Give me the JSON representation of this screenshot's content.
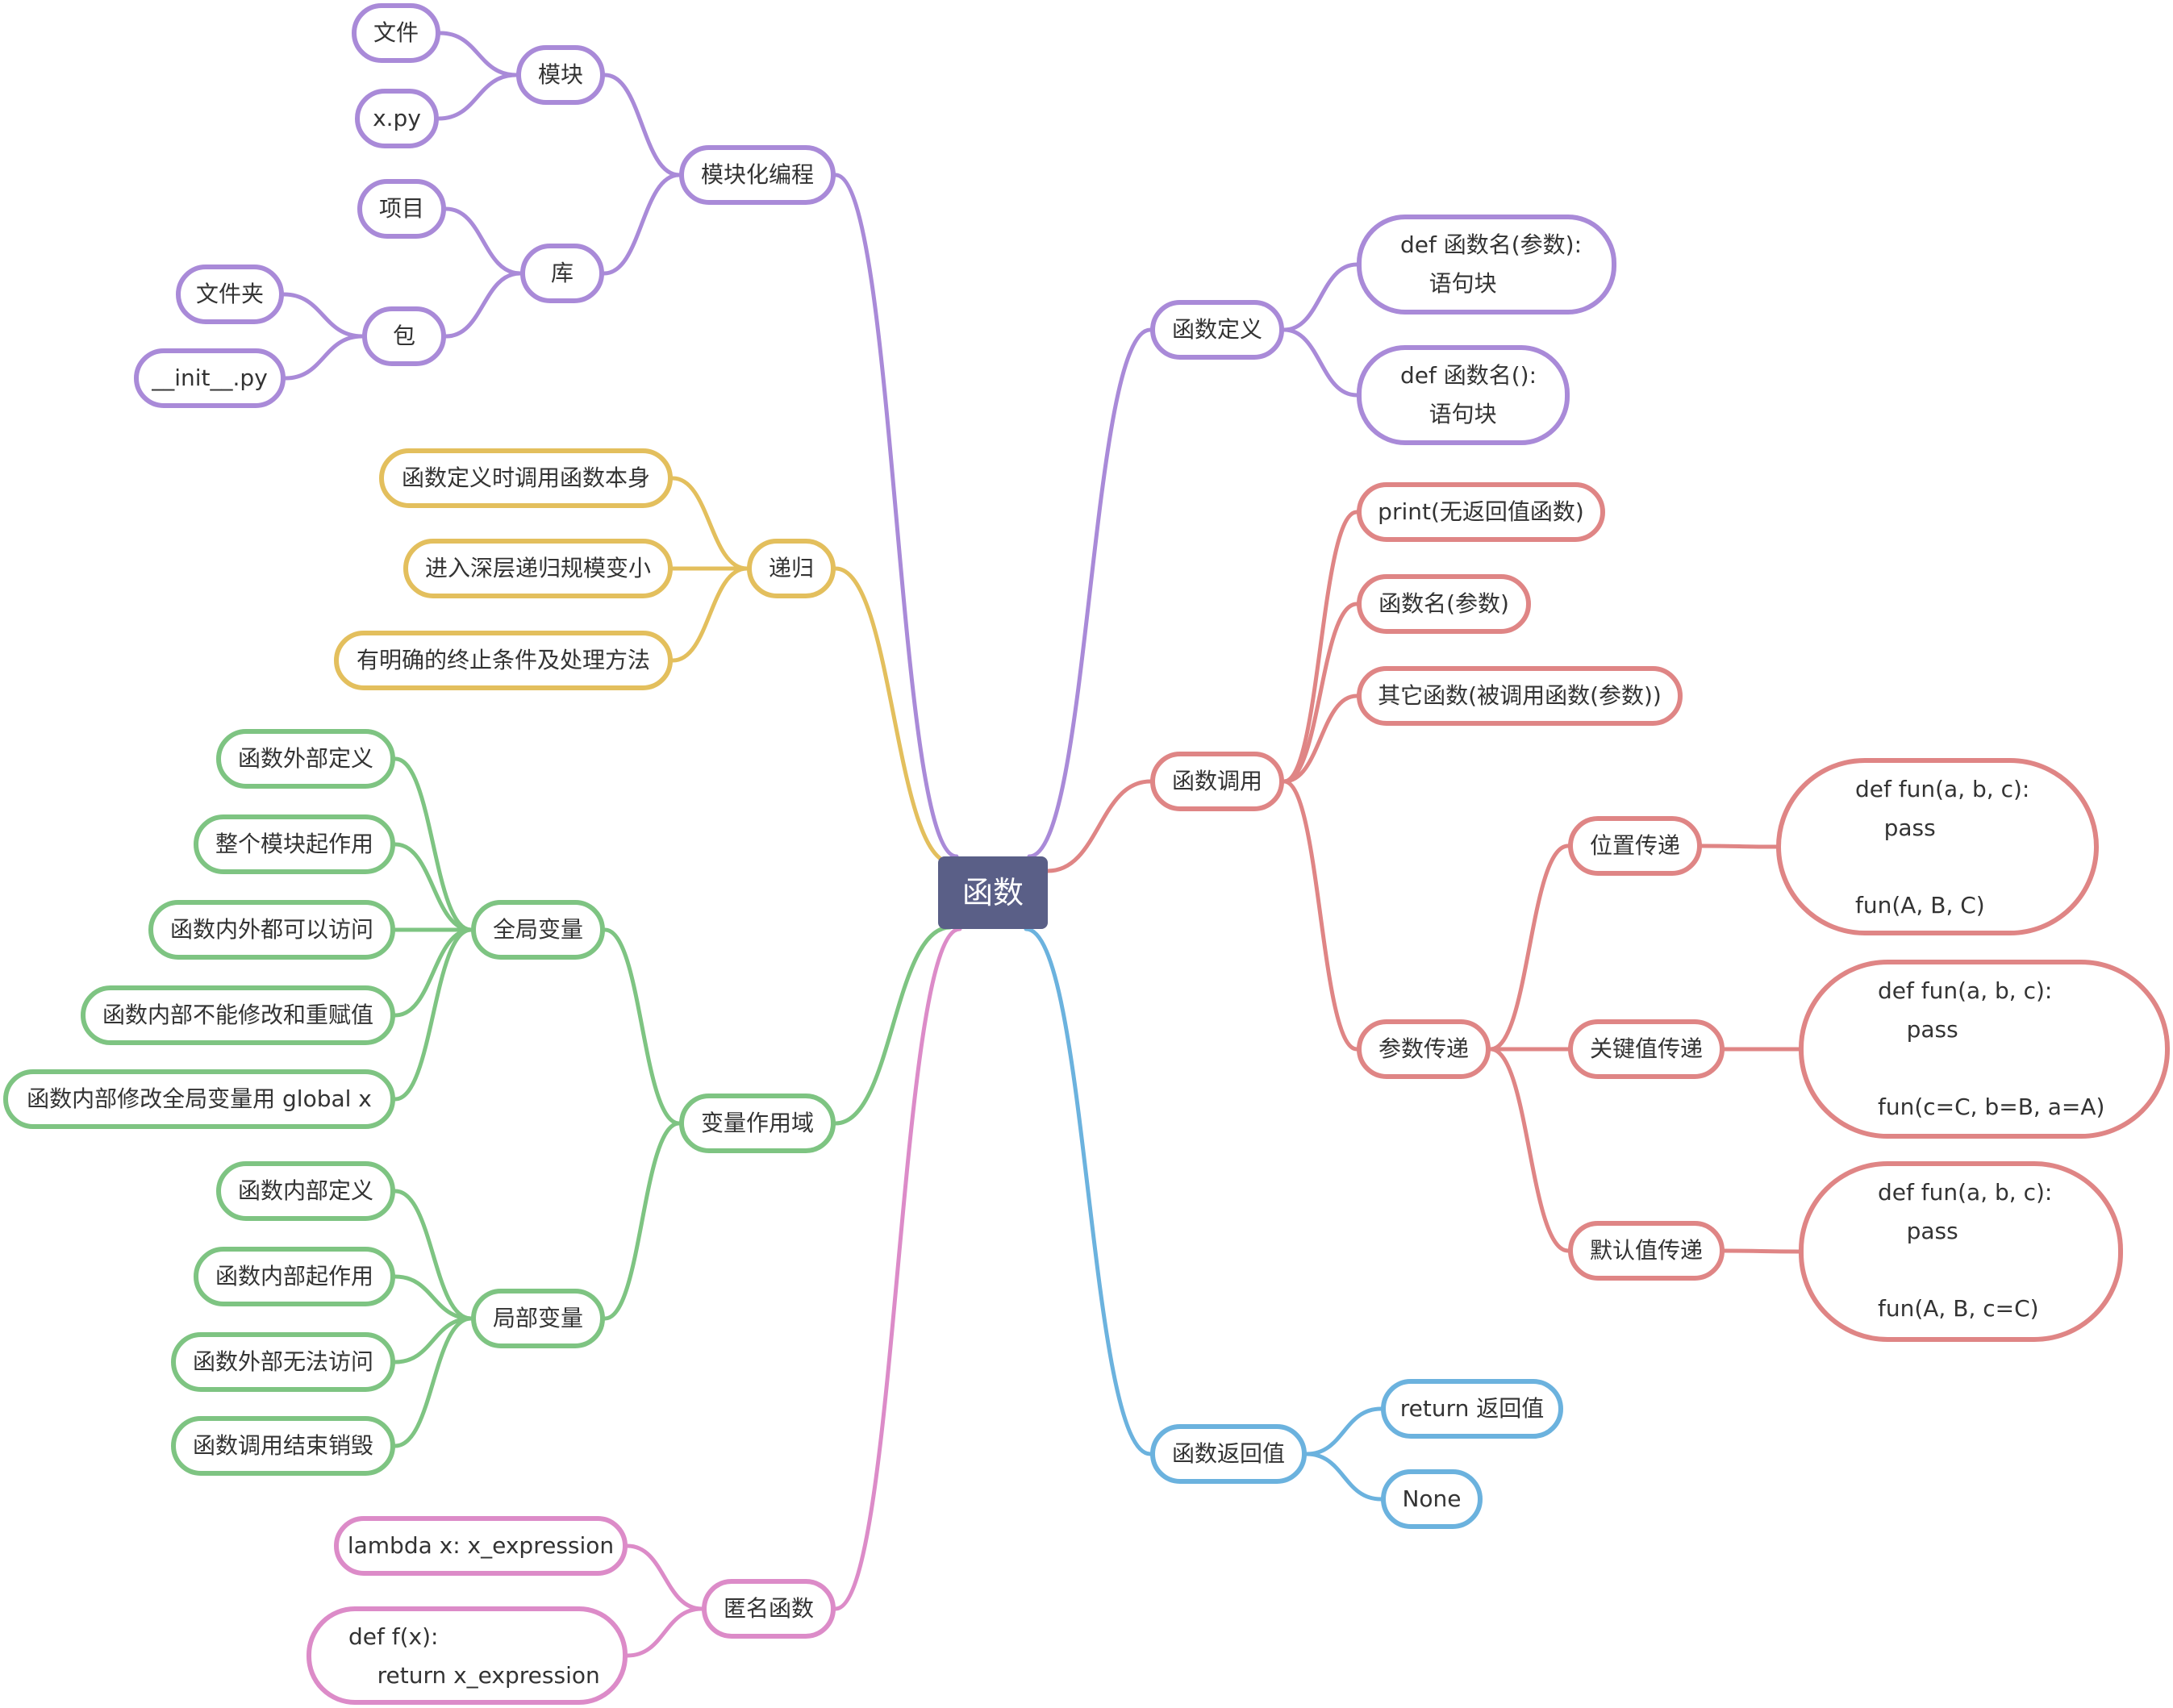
{
  "colors": {
    "purple": "#a98ad8",
    "yellow": "#e3bf5d",
    "green": "#7ec482",
    "pink": "#dc8bc8",
    "red": "#df8585",
    "blue": "#6bb2de",
    "root_fill": "#5a5f87"
  },
  "root": {
    "label": "函数"
  },
  "branches": {
    "modular": {
      "label": "模块化编程",
      "module": {
        "label": "模块",
        "children": [
          "文件",
          "x.py"
        ]
      },
      "library": {
        "label": "库",
        "children": [
          "项目"
        ]
      },
      "package": {
        "label": "包",
        "children": [
          "文件夹",
          "__init__.py"
        ]
      }
    },
    "recursion": {
      "label": "递归",
      "children": [
        "函数定义时调用函数本身",
        "进入深层递归规模变小",
        "有明确的终止条件及处理方法"
      ]
    },
    "scope": {
      "label": "变量作用域",
      "global": {
        "label": "全局变量",
        "children": [
          "函数外部定义",
          "整个模块起作用",
          "函数内外都可以访问",
          "函数内部不能修改和重赋值",
          "函数内部修改全局变量用 global x"
        ]
      },
      "local": {
        "label": "局部变量",
        "children": [
          "函数内部定义",
          "函数内部起作用",
          "函数外部无法访问",
          "函数调用结束销毁"
        ]
      }
    },
    "lambda": {
      "label": "匿名函数",
      "lambda_expr": "lambda x: x_expression",
      "def_line1": "def f(x):",
      "def_line2": "    return x_expression"
    },
    "definition": {
      "label": "函数定义",
      "form1_line1": "def 函数名(参数):",
      "form1_line2": "    语句块",
      "form2_line1": "def 函数名():",
      "form2_line2": "    语句块"
    },
    "call": {
      "label": "函数调用",
      "children": [
        "print(无返回值函数)",
        "函数名(参数)",
        "其它函数(被调用函数(参数))"
      ],
      "params": {
        "label": "参数传递",
        "positional": {
          "label": "位置传递",
          "code1": "def fun(a, b, c):",
          "code2": "    pass",
          "code3": "fun(A, B, C)"
        },
        "keyword": {
          "label": "关键值传递",
          "code1": "def fun(a, b, c):",
          "code2": "    pass",
          "code3": "fun(c=C, b=B, a=A)"
        },
        "default": {
          "label": "默认值传递",
          "code1": "def fun(a, b, c):",
          "code2": "    pass",
          "code3": "fun(A, B, c=C)"
        }
      }
    },
    "return": {
      "label": "函数返回值",
      "children": [
        "return 返回值",
        "None"
      ]
    }
  }
}
